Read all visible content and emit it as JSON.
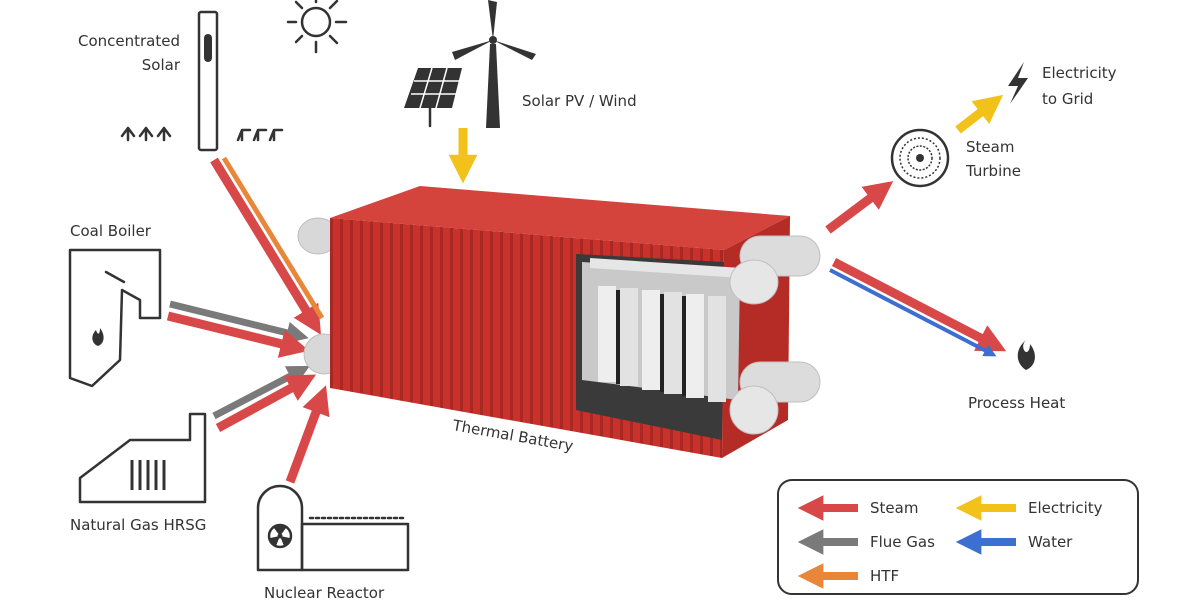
{
  "labels": {
    "concentrated_solar_line1": "Concentrated",
    "concentrated_solar_line2": "Solar",
    "solar_pv_wind": "Solar PV / Wind",
    "coal_boiler": "Coal Boiler",
    "natural_gas_hrsg": "Natural Gas HRSG",
    "nuclear_reactor": "Nuclear Reactor",
    "thermal_battery": "Thermal Battery",
    "electricity_line1": "Electricity",
    "electricity_line2": "to Grid",
    "steam_turbine_line1": "Steam",
    "steam_turbine_line2": "Turbine",
    "process_heat": "Process Heat"
  },
  "legend": {
    "steam": "Steam",
    "flue_gas": "Flue Gas",
    "htf": "HTF",
    "electricity": "Electricity",
    "water": "Water"
  },
  "colors": {
    "steam": "#d94848",
    "flue_gas": "#7a7a7a",
    "htf": "#e8873a",
    "electricity": "#f2c21b",
    "water": "#3d6fd1",
    "container": "#c9312b",
    "container_dark": "#9e2520"
  }
}
